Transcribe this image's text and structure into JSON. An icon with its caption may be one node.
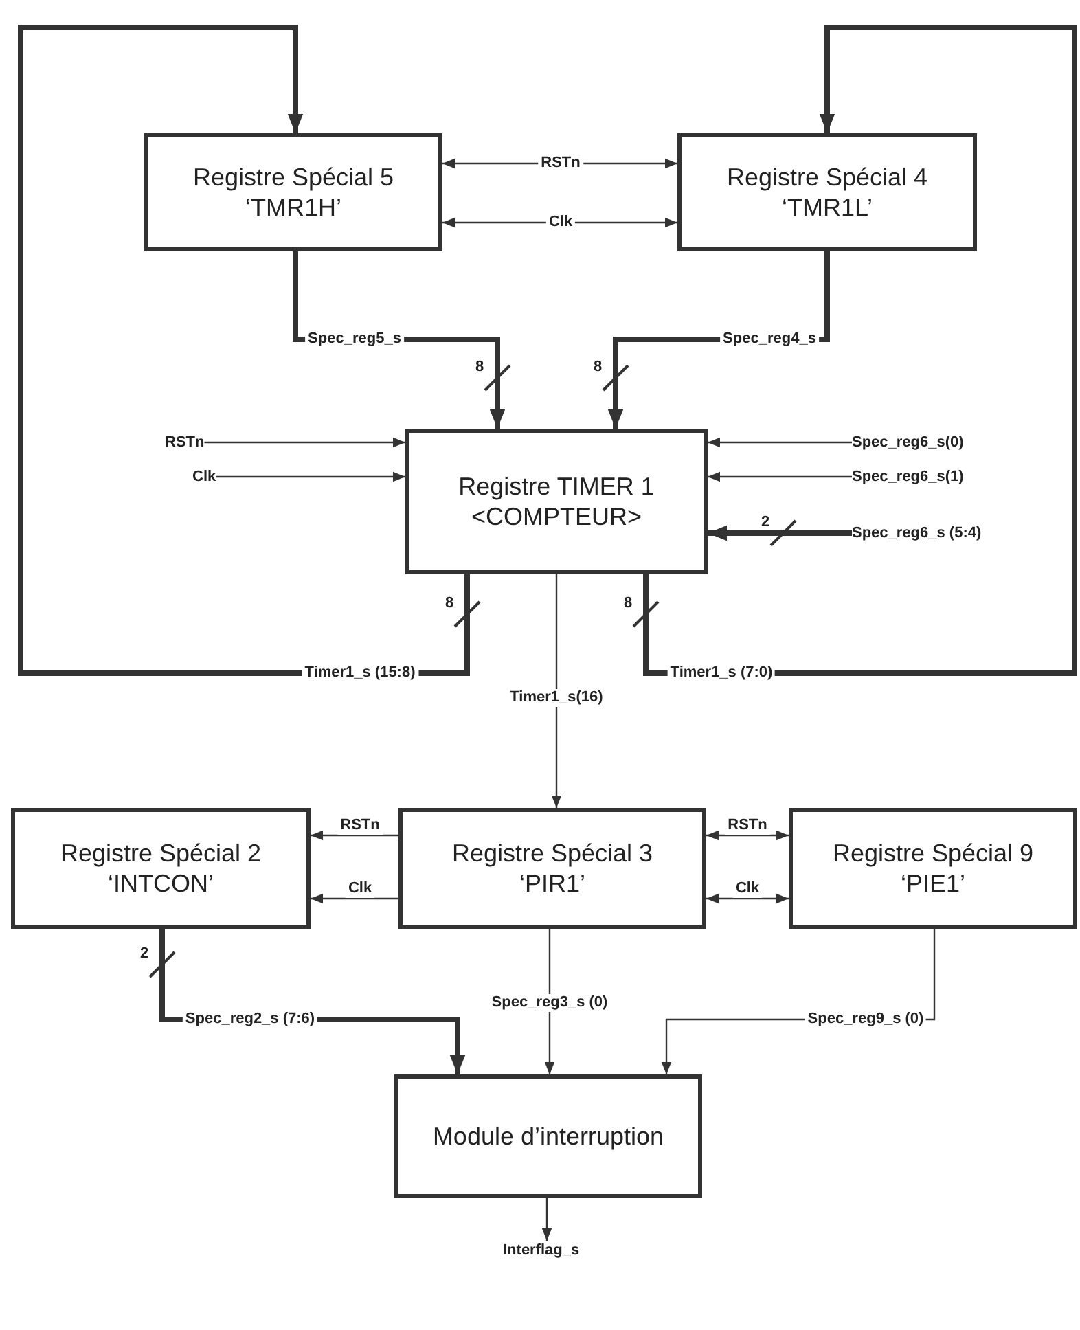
{
  "diagram": {
    "nodes": [
      {
        "text": [
          "Registre Spécial 5",
          "‘TMR1H’"
        ]
      },
      {
        "text": [
          "Registre Spécial 4",
          "‘TMR1L’"
        ]
      },
      {
        "text": [
          "RSTn"
        ]
      },
      {
        "text": [
          "Spec_reg6_s(0)"
        ]
      },
      {
        "text": [
          "Clk"
        ]
      },
      {
        "text": [
          "Registre TIMER 1",
          "<COMPTEUR>"
        ]
      },
      {
        "text": [
          "Spec_reg6_s(1)"
        ]
      },
      {
        "text": [
          "Spec_reg6_s (5:4)"
        ]
      },
      {
        "text": [
          "Registre Spécial 2",
          "‘INTCON’"
        ]
      },
      {
        "text": [
          "Registre Spécial 3",
          "‘PIR1’"
        ]
      },
      {
        "text": [
          "Registre Spécial 9",
          "‘PIE1’"
        ]
      },
      {
        "text": [
          "Module d’interruption"
        ]
      },
      {
        "text": [
          "Interflag_s"
        ]
      }
    ],
    "edges": [
      {
        "from": 0,
        "to": 1,
        "arrow": "both",
        "label": "RSTn"
      },
      {
        "from": 0,
        "to": 1,
        "arrow": "both",
        "label": "Clk"
      },
      {
        "from": 0,
        "to": 5,
        "arrow": "to",
        "label": "Spec_reg5_s",
        "style": "thick"
      },
      {
        "from": 1,
        "to": 5,
        "arrow": "to",
        "label": "Spec_reg4_s",
        "style": "thick"
      },
      {
        "from": 2,
        "to": 5,
        "arrow": "to"
      },
      {
        "from": 3,
        "to": 5,
        "arrow": "to"
      },
      {
        "from": 4,
        "to": 5,
        "arrow": "to"
      },
      {
        "from": 6,
        "to": 5,
        "arrow": "to"
      },
      {
        "from": 7,
        "to": 5,
        "arrow": "to",
        "style": "thick"
      },
      {
        "from": 5,
        "to": 0,
        "arrow": "to",
        "label": "Timer1_s (15:8)",
        "style": "thick"
      },
      {
        "from": 5,
        "to": 1,
        "arrow": "to",
        "label": "Timer1_s (7:0)",
        "style": "thick"
      },
      {
        "from": 5,
        "to": 9,
        "arrow": "to",
        "label": "Timer1_s(16)"
      },
      {
        "from": 9,
        "to": 8,
        "arrow": "to",
        "label": "RSTn"
      },
      {
        "from": 9,
        "to": 8,
        "arrow": "to",
        "label": "Clk"
      },
      {
        "from": 9,
        "to": 10,
        "arrow": "both",
        "label": "RSTn"
      },
      {
        "from": 9,
        "to": 10,
        "arrow": "both",
        "label": "Clk"
      },
      {
        "from": 8,
        "to": 11,
        "arrow": "to",
        "label": "Spec_reg2_s (7:6)",
        "style": "thick"
      },
      {
        "from": 9,
        "to": 11,
        "arrow": "to",
        "label": "Spec_reg3_s (0)"
      },
      {
        "from": 10,
        "to": 11,
        "arrow": "to",
        "label": "Spec_reg9_s (0)"
      },
      {
        "from": 11,
        "to": 12,
        "arrow": "to"
      }
    ],
    "labels": [
      "8",
      "8",
      "2",
      "8",
      "8",
      "2"
    ]
  }
}
